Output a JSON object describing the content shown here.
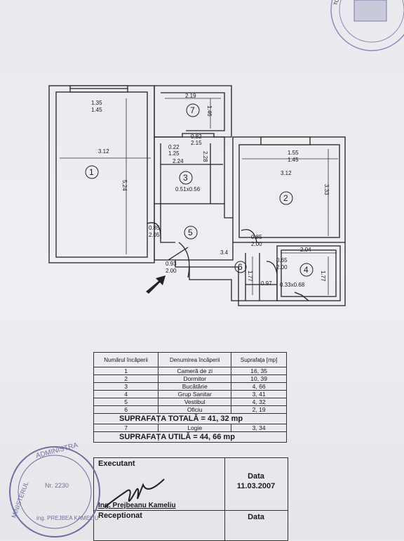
{
  "plan": {
    "rooms": [
      {
        "num": "1"
      },
      {
        "num": "2"
      },
      {
        "num": "3"
      },
      {
        "num": "4"
      },
      {
        "num": "5"
      },
      {
        "num": "6"
      },
      {
        "num": "7"
      }
    ],
    "dims": {
      "r1_top1": "1.35",
      "r1_top2": "1.45",
      "r1_w": "3.12",
      "r1_h": "5.24",
      "r7_w": "2.19",
      "r7_h": "1.46",
      "r3_a1": "0.82",
      "r3_a2": "2.15",
      "r3_b1": "0.22",
      "r3_b2": "1.25",
      "r3_w": "2.24",
      "r3_h": "2.28",
      "r3_c": "0.51x0.56",
      "r2_top1": "1.55",
      "r2_top2": "1.45",
      "r2_w": "3.12",
      "r2_h": "3.33",
      "d5_1": "0.85",
      "d5_2": "2.05",
      "d2_1": "0.85",
      "d2_2": "2.00",
      "d_ent1": "0.93",
      "d_ent2": "2.00",
      "d4_1": "0.65",
      "d4_2": "2.00",
      "r4_w": "2.04",
      "r4_h": "1.77",
      "r6_h": "1.77",
      "r6_w": "0.97",
      "r4_c": "0.33x0.68",
      "corr": "3.4"
    },
    "stamp_top_text": "TOT"
  },
  "table": {
    "head": {
      "col1": "Numărul încăperii",
      "col2": "Denumirea încăperii",
      "col3": "Suprafața [mp]"
    },
    "rows": [
      {
        "n": "1",
        "name": "Cameră de zi",
        "area": "16, 35"
      },
      {
        "n": "2",
        "name": "Dormitor",
        "area": "10, 39"
      },
      {
        "n": "3",
        "name": "Bucătărie",
        "area": "4, 66"
      },
      {
        "n": "4",
        "name": "Grup Sanitar",
        "area": "3, 41"
      },
      {
        "n": "5",
        "name": "Vestibul",
        "area": "4, 32"
      },
      {
        "n": "6",
        "name": "Oficiu",
        "area": "2, 19"
      }
    ],
    "total": "SUPRAFAȚA TOTALĂ = 41, 32 mp",
    "row7": {
      "n": "7",
      "name": "Logie",
      "area": "3, 34"
    },
    "util": "SUPRAFAȚA UTILĂ = 44, 66 mp"
  },
  "signoff": {
    "executant": "Executant",
    "engineer": "Ing. Prejbeanu Kameliu",
    "receptionat": "Receptionat",
    "date_label_1": "Data",
    "date_value_1": "11.03.2007",
    "date_label_2": "Data"
  },
  "stamp_left": {
    "ring": "ADMINISTRA",
    "ring2": "MINISTERUL",
    "num": "Nr. 2230",
    "name": "ing. PREJBEA KAMELIU"
  }
}
